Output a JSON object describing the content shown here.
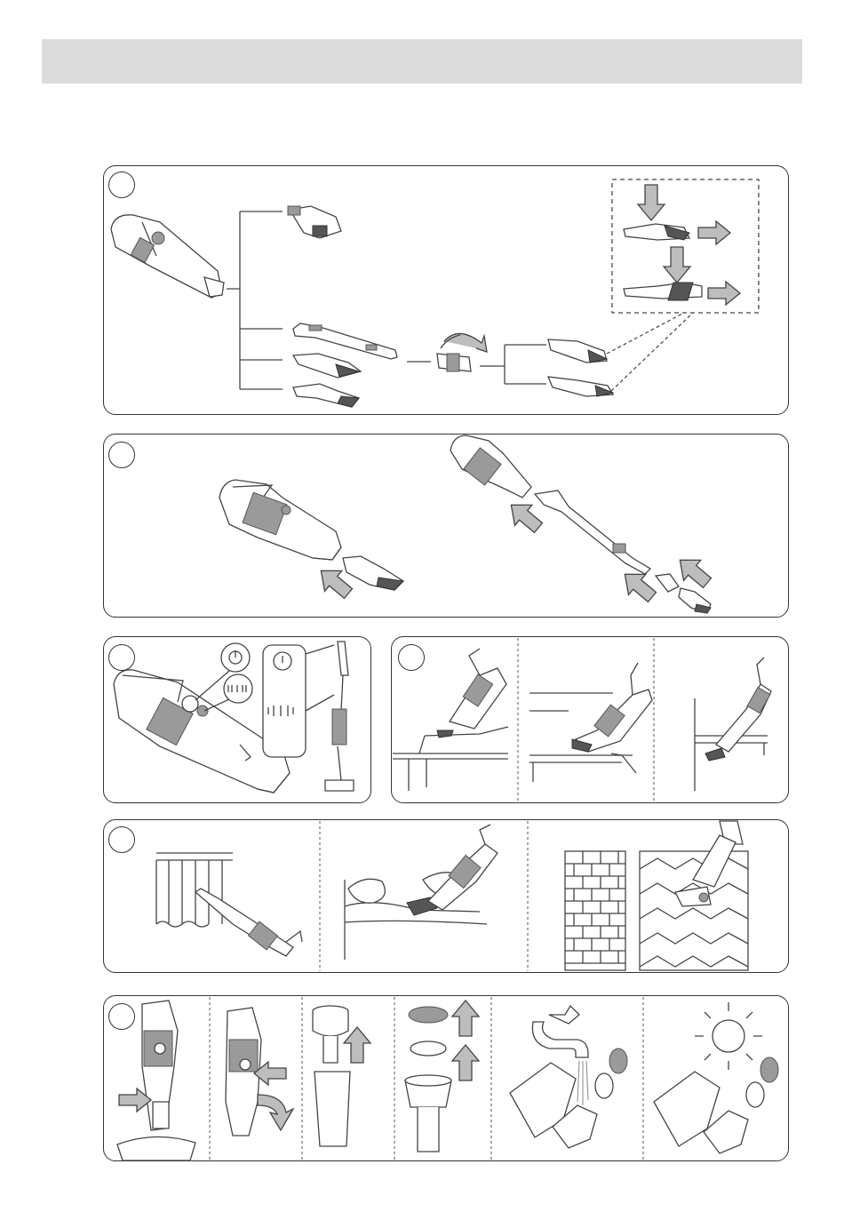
{
  "header": {
    "title": ""
  },
  "steps": [
    {
      "id": "step-1",
      "number": ""
    },
    {
      "id": "step-2",
      "number": ""
    },
    {
      "id": "step-3",
      "number": ""
    },
    {
      "id": "step-4",
      "number": ""
    },
    {
      "id": "step-5",
      "number": ""
    },
    {
      "id": "step-6",
      "number": ""
    }
  ],
  "icons": {
    "power": "power-icon",
    "speed_low": "speed-level-icon",
    "speed_high": "speed-level-icon",
    "arrow": "arrow-icon",
    "rotate": "rotate-icon",
    "tap": "tap-icon",
    "sun": "sun-icon"
  },
  "colors": {
    "header_bar": "#dcdcdc",
    "line": "#444444",
    "arrow_fill": "#bdbdbd"
  }
}
